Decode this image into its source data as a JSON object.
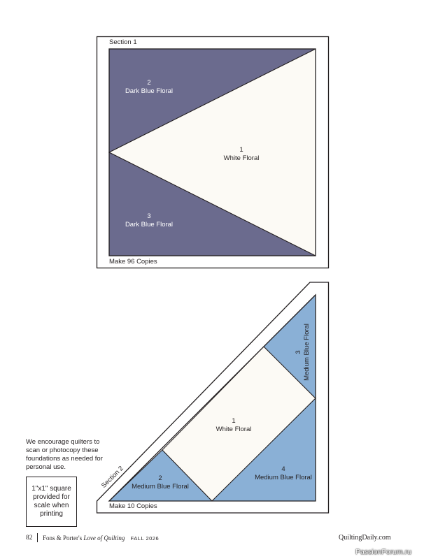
{
  "colors": {
    "dark_blue": "#6b6b8e",
    "medium_blue": "#8ab0d6",
    "white_floral": "#fcfaf5",
    "line": "#231f20"
  },
  "section1": {
    "title": "Section 1",
    "caption": "Make 96 Copies",
    "piece1": {
      "number": "1",
      "fabric": "White Floral"
    },
    "piece2": {
      "number": "2",
      "fabric": "Dark Blue Floral"
    },
    "piece3": {
      "number": "3",
      "fabric": "Dark Blue Floral"
    }
  },
  "section2": {
    "title": "Section 2",
    "caption": "Make 10 Copies",
    "piece1": {
      "number": "1",
      "fabric": "White Floral"
    },
    "piece2": {
      "number": "2",
      "fabric": "Medium Blue Floral"
    },
    "piece3": {
      "number": "3",
      "fabric": "Medium Blue Floral"
    },
    "piece4": {
      "number": "4",
      "fabric": "Medium Blue Floral"
    }
  },
  "note": {
    "line1": "We encourage quilters to",
    "line2": "scan or photocopy these",
    "line3": "foundations as needed for",
    "line4": "personal use."
  },
  "scale_square": {
    "line1": "1\"x1\" square",
    "line2": "provided for",
    "line3": "scale when",
    "line4": "printing"
  },
  "footer": {
    "page_number": "82",
    "magazine_prefix": "Fons & Porter's",
    "magazine_italic": "Love of Quilting",
    "issue": "FALL 2026",
    "website": "QuiltingDaily.com"
  },
  "watermark": "PassionForum.ru"
}
